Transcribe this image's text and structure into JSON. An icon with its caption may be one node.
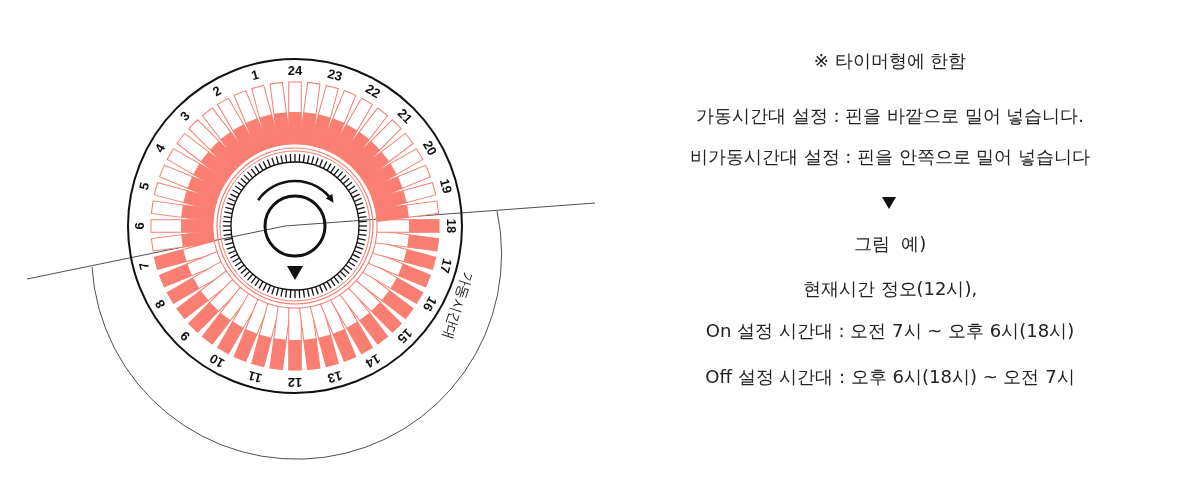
{
  "diagram": {
    "labels": [
      "1",
      "2",
      "3",
      "4",
      "5",
      "6",
      "7",
      "8",
      "9",
      "10",
      "11",
      "12",
      "13",
      "14",
      "15",
      "16",
      "17",
      "18",
      "19",
      "20",
      "21",
      "22",
      "23",
      "24",
      "가동시간대",
      "※ 타이머형에 한함",
      "가동시간대 설정 : 핀을 바깥으로 밀어 넣습니다.",
      "비가동시간대 설정 : 핀을 안쪽으로 밀어 넣습니다",
      "그림  예)",
      "현재시간 정오(12시),",
      "On 설정 시간대 : 오전 7시 ~ 오후 6시(18시)",
      "Off 설정 시간대 : 오후 6시(18시) ~ 오전 7시"
    ]
  }
}
